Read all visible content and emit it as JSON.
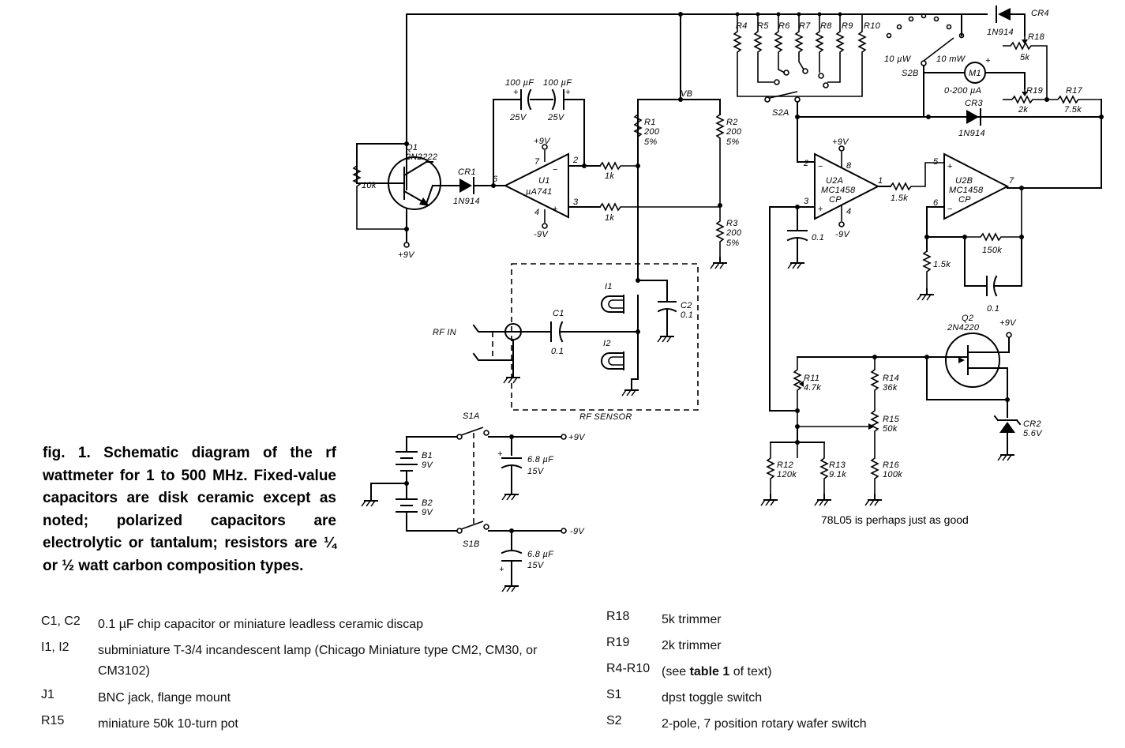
{
  "labels": {
    "q1": "Q1",
    "q1_type": "2N2222",
    "r_10k": "10k",
    "cr1": "CR1",
    "cr1_type": "1N914",
    "u1": "U1",
    "u1_type": "µA741",
    "pin6": "6",
    "pin2": "2",
    "pin3": "3",
    "pin7": "7",
    "pin4": "4",
    "plus9v": "+9V",
    "minus9v": "-9V",
    "cap100a": "100 µF",
    "cap100b": "100 µF",
    "v25a": "25V",
    "v25b": "25V",
    "r1k_a": "1k",
    "r1k_b": "1k",
    "vb": "VB",
    "r1": "R1",
    "r1_val": "200",
    "r1_tol": "5%",
    "r2": "R2",
    "r2_val": "200",
    "r2_tol": "5%",
    "r3": "R3",
    "r3_val": "200",
    "r3_tol": "5%",
    "i1": "I1",
    "i2": "I2",
    "c1": "C1",
    "c1_val": "0.1",
    "c2": "C2",
    "c2_val": "0.1",
    "rf_in": "RF IN",
    "rf_sensor": "RF SENSOR",
    "r4": "R4",
    "r5": "R5",
    "r6": "R6",
    "r7": "R7",
    "r8": "R8",
    "r9": "R9",
    "r10": "R10",
    "s2a": "S2A",
    "s2b": "S2B",
    "uw10": "10 µW",
    "mw10": "10 mW",
    "m1": "M1",
    "meter_range": "0-200 µA",
    "cr4": "CR4",
    "cr4_type": "1N914",
    "cr3": "CR3",
    "cr3_type": "1N914",
    "r18": "R18",
    "r18_val": "5k",
    "r19": "R19",
    "r19_val": "2k",
    "r17": "R17",
    "r17_val": "7.5k",
    "u2a": "U2A",
    "u2a_type": "MC1458",
    "u2a_cp": "CP",
    "u2b": "U2B",
    "u2b_type": "MC1458",
    "u2b_cp": "CP",
    "u2_pin8": "8",
    "u2_pin4": "4",
    "u2_pin1": "1",
    "u2_pin2": "2",
    "u2_pin3": "3",
    "u2_pin5": "5",
    "u2_pin6": "6",
    "u2_pin7": "7",
    "r_1_5k_a": "1.5k",
    "r_1_5k_b": "1.5k",
    "r_150k": "150k",
    "cap_u2a": "0.1",
    "cap_u2b": "0.1",
    "q2": "Q2",
    "q2_type": "2N4220",
    "cr2": "CR2",
    "cr2_val": "5.6V",
    "r11": "R11",
    "r11_val": "4.7k",
    "r12": "R12",
    "r12_val": "120k",
    "r13": "R13",
    "r13_val": "9.1k",
    "r14": "R14",
    "r14_val": "36k",
    "r15": "R15",
    "r15_val": "50k",
    "r16": "R16",
    "r16_val": "100k",
    "s1a": "S1A",
    "s1b": "S1B",
    "b1": "B1",
    "b1_val": "9V",
    "b2": "B2",
    "b2_val": "9V",
    "cap68a": "6.8 µF",
    "cap68a_v": "15V",
    "cap68b": "6.8 µF",
    "cap68b_v": "15V",
    "out_p9v": "+9V",
    "out_m9v": "-9V",
    "note_78l05": "78L05 is perhaps just as good"
  },
  "caption": "fig. 1. Schematic diagram of the rf wattmeter for 1 to 500 MHz. Fixed-value capacitors are disk ceramic except as noted; polarized capacitors are electrolytic or tantalum; resistors are ¼ or ½ watt carbon composition types.",
  "parts_left": [
    {
      "ref": "C1, C2",
      "desc": "0.1 µF chip capacitor or miniature leadless ceramic discap"
    },
    {
      "ref": "I1, I2",
      "desc": "subminiature T-3/4 incandescent lamp (Chicago Miniature type CM2, CM30, or CM3102)"
    },
    {
      "ref": "J1",
      "desc": "BNC jack, flange mount"
    },
    {
      "ref": "R15",
      "desc": "miniature 50k 10-turn pot"
    }
  ],
  "parts_right": [
    {
      "ref": "R18",
      "desc": "5k trimmer"
    },
    {
      "ref": "R19",
      "desc": "2k trimmer"
    },
    {
      "ref": "R4-R10",
      "desc_pre": "(see ",
      "desc_bold": "table 1",
      "desc_post": " of text)"
    },
    {
      "ref": "S1",
      "desc": "dpst toggle switch"
    },
    {
      "ref": "S2",
      "desc": "2-pole, 7 position rotary wafer switch"
    }
  ]
}
